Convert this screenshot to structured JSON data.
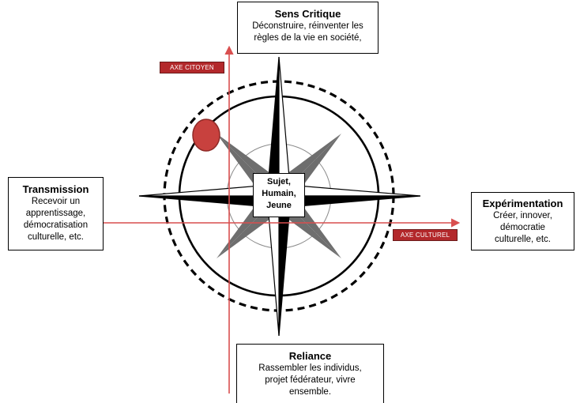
{
  "compass": {
    "center_label": "Sujet,\nHumain,\nJeune",
    "north": {
      "title": "Sens Critique",
      "body": "Déconstruire, réinventer les\nrègles de la vie en société,"
    },
    "west": {
      "title": "Transmission",
      "body": "Recevoir un\napprentissage,\ndémocratisation\nculturelle, etc."
    },
    "east": {
      "title": "Expérimentation",
      "body": "Créer, innover,\ndémocratie\nculturelle, etc."
    },
    "south": {
      "title": "Reliance",
      "body": "Rassembler les individus,\nprojet fédérateur, vivre\nensemble."
    }
  },
  "axes": {
    "citizen_axis_label": "AXE CITOYEN",
    "cultural_axis_label": "AXE CULTUREL"
  },
  "colors": {
    "axis_red": "#d94f4f",
    "tag_red": "#b3282b",
    "marker_fill": "#c8413e",
    "marker_stroke": "#8f2a27",
    "star_dark": "#000000",
    "star_grey": "#6e6e6e"
  }
}
